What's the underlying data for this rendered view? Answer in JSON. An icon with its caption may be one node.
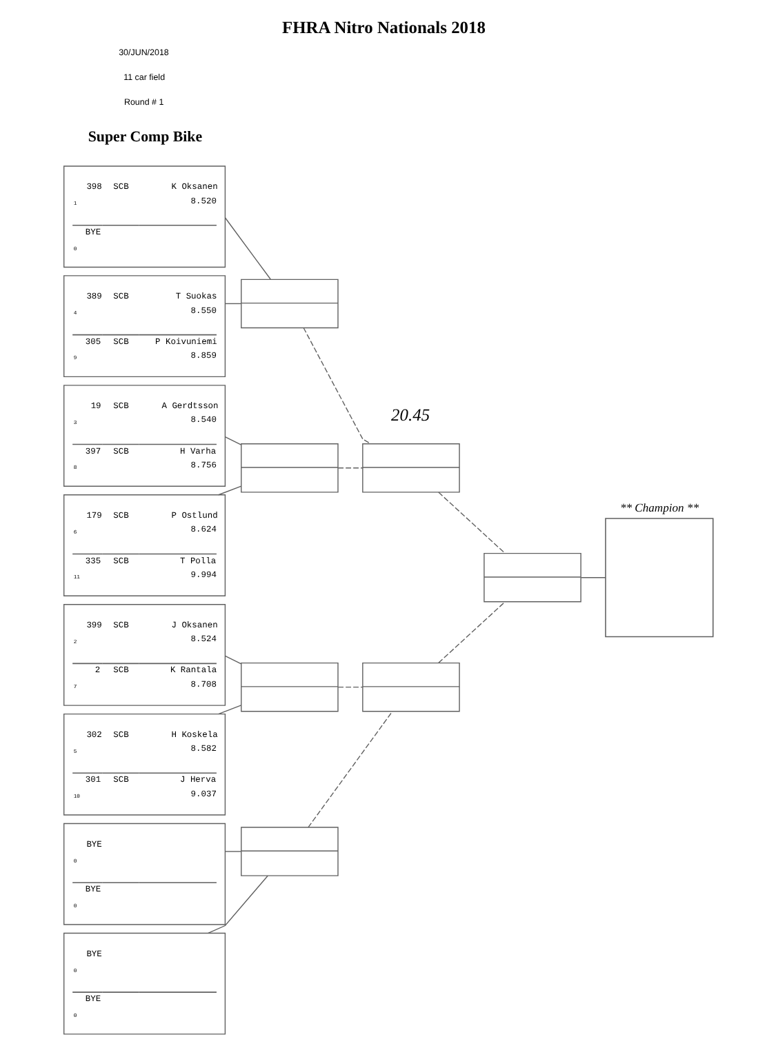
{
  "diagram": {
    "title": "FHRA Nitro Nationals 2018",
    "nodes": [
      {
        "text": [],
        "shape": "box"
      },
      {
        "text": [
          "398",
          "SCB",
          "K Oksanen",
          "1",
          "8.520"
        ],
        "in": 0
      },
      {
        "text": [
          "BYE",
          "0"
        ],
        "in": 0
      },
      {
        "text": [],
        "shape": "box"
      },
      {
        "text": [
          "389",
          "SCB",
          "T Suokas",
          "4",
          "8.550"
        ],
        "in": 3
      },
      {
        "text": [
          "305",
          "SCB",
          "P Koivuniemi",
          "9",
          "8.859"
        ],
        "in": 3
      },
      {
        "text": [],
        "shape": "box"
      },
      {
        "text": [
          "19",
          "SCB",
          "A Gerdtsson",
          "3",
          "8.540"
        ],
        "in": 6
      },
      {
        "text": [
          "397",
          "SCB",
          "H Varha",
          "8",
          "8.756"
        ],
        "in": 6
      },
      {
        "text": [],
        "shape": "box"
      },
      {
        "text": [
          "179",
          "SCB",
          "P Ostlund",
          "6",
          "8.624"
        ],
        "in": 9
      },
      {
        "text": [
          "335",
          "SCB",
          "T Polla",
          "11",
          "9.994"
        ],
        "in": 9
      },
      {
        "text": [],
        "shape": "box"
      },
      {
        "text": [
          "399",
          "SCB",
          "J Oksanen",
          "2",
          "8.524"
        ],
        "in": 12
      },
      {
        "text": [
          "2",
          "SCB",
          "K Rantala",
          "7",
          "8.708"
        ],
        "in": 12
      },
      {
        "text": [],
        "shape": "box"
      },
      {
        "text": [
          "302",
          "SCB",
          "H Koskela",
          "5",
          "8.582"
        ],
        "in": 15
      },
      {
        "text": [
          "301",
          "SCB",
          "J Herva",
          "10",
          "9.037"
        ],
        "in": 15
      },
      {
        "text": [],
        "shape": "box"
      },
      {
        "text": [
          "BYE",
          "0"
        ],
        "in": 18
      },
      {
        "text": [
          "BYE",
          "0"
        ],
        "in": 18
      },
      {
        "text": [],
        "shape": "box"
      },
      {
        "text": [
          "BYE",
          "0"
        ],
        "in": 21
      },
      {
        "text": [
          "BYE",
          "0"
        ],
        "in": 21
      },
      {
        "text": [],
        "shape": "box"
      },
      {
        "text": [],
        "shape": "box"
      },
      {
        "text": [],
        "shape": "box"
      },
      {
        "text": [],
        "shape": "box"
      },
      {
        "text": [],
        "shape": "box"
      },
      {
        "text": [],
        "shape": "box"
      },
      {
        "text": [],
        "shape": "box"
      },
      {
        "text": [
          "** Champion **"
        ]
      }
    ],
    "edges": [
      {
        "from": 0,
        "to": 24,
        "arrow": "none"
      },
      {
        "from": 3,
        "to": 24,
        "arrow": "none"
      },
      {
        "from": 6,
        "to": 25,
        "arrow": "none"
      },
      {
        "from": 9,
        "to": 25,
        "arrow": "none"
      },
      {
        "from": 12,
        "to": 26,
        "arrow": "none"
      },
      {
        "from": 15,
        "to": 26,
        "arrow": "none"
      },
      {
        "from": 18,
        "to": 27,
        "arrow": "none"
      },
      {
        "from": 21,
        "to": 27,
        "arrow": "none"
      },
      {
        "from": 24,
        "to": 28,
        "arrow": "none",
        "style": "dashed"
      },
      {
        "from": 25,
        "to": 28,
        "arrow": "none",
        "style": "dashed"
      },
      {
        "from": 26,
        "to": 29,
        "arrow": "none",
        "style": "dashed"
      },
      {
        "from": 27,
        "to": 29,
        "arrow": "none",
        "style": "dashed"
      },
      {
        "from": 28,
        "to": 30,
        "arrow": "none",
        "style": "dashed"
      },
      {
        "from": 29,
        "to": 30,
        "arrow": "none",
        "style": "dashed"
      },
      {
        "from": 30,
        "to": 31,
        "arrow": "none"
      }
    ],
    "labels": [
      "30/JUN/2018",
      "11 car field",
      "Round # 1",
      "Super Comp Bike",
      "20.45"
    ]
  }
}
